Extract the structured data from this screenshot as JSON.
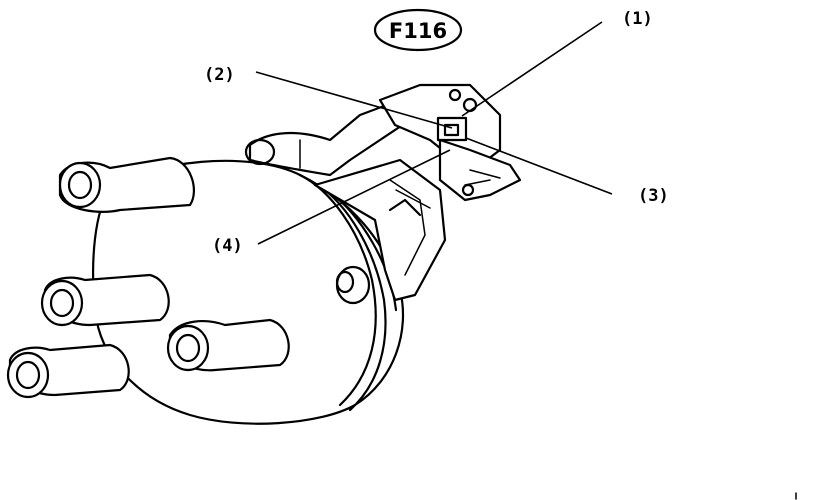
{
  "figure": {
    "id": "F116"
  },
  "callouts": [
    {
      "id": "1",
      "label": "(1)"
    },
    {
      "id": "2",
      "label": "(2)"
    },
    {
      "id": "3",
      "label": "(3)"
    },
    {
      "id": "4",
      "label": "(4)"
    }
  ],
  "colors": {
    "ink": "#000000",
    "paper": "#ffffff"
  }
}
